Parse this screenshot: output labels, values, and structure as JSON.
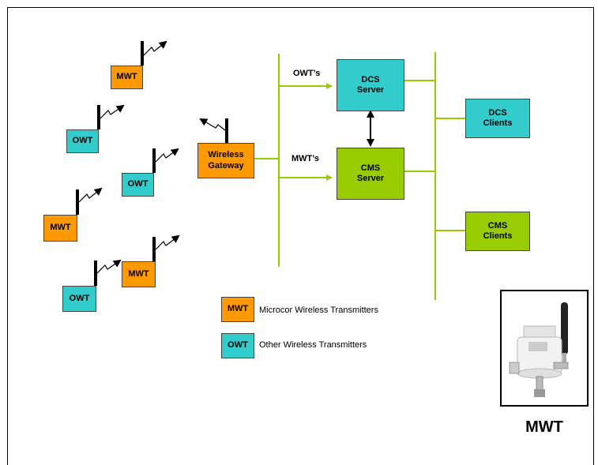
{
  "nodes": {
    "mwt_1": "MWT",
    "owt_1": "OWT",
    "owt_2": "OWT",
    "mwt_2": "MWT",
    "mwt_3": "MWT",
    "owt_3": "OWT",
    "gateway_line1": "Wireless",
    "gateway_line2": "Gateway",
    "dcs_server_line1": "DCS",
    "dcs_server_line2": "Server",
    "cms_server_line1": "CMS",
    "cms_server_line2": "Server",
    "dcs_clients_line1": "DCS",
    "dcs_clients_line2": "Clients",
    "cms_clients_line1": "CMS",
    "cms_clients_line2": "Clients"
  },
  "links": {
    "owts_label": "OWT’s",
    "mwts_label": "MWT’s"
  },
  "legend": {
    "mwt_code": "MWT",
    "mwt_text": "Microcor Wireless Transmitters",
    "owt_code": "OWT",
    "owt_text": "Other Wireless Transmitters"
  },
  "photo": {
    "caption": "MWT"
  },
  "colors": {
    "mwt": "#ff9900",
    "owt": "#33cccc",
    "cms": "#99cc00",
    "bus": "#99cc00"
  }
}
